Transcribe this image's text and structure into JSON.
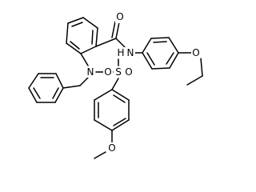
{
  "molecule": {
    "atoms": {
      "carbonyl_oxygen": "O",
      "amide_nitrogen": "N",
      "amide_hydrogen": "H",
      "ether_oxygen": "O",
      "sulfonamide_nitrogen": "N",
      "sulfur": "S",
      "sulfonyl_oxygen_left": "O",
      "sulfonyl_oxygen_right": "O",
      "methoxy_oxygen": "O"
    },
    "colors": {
      "bond": "#000000",
      "label": "#000000",
      "background": "#ffffff"
    }
  }
}
